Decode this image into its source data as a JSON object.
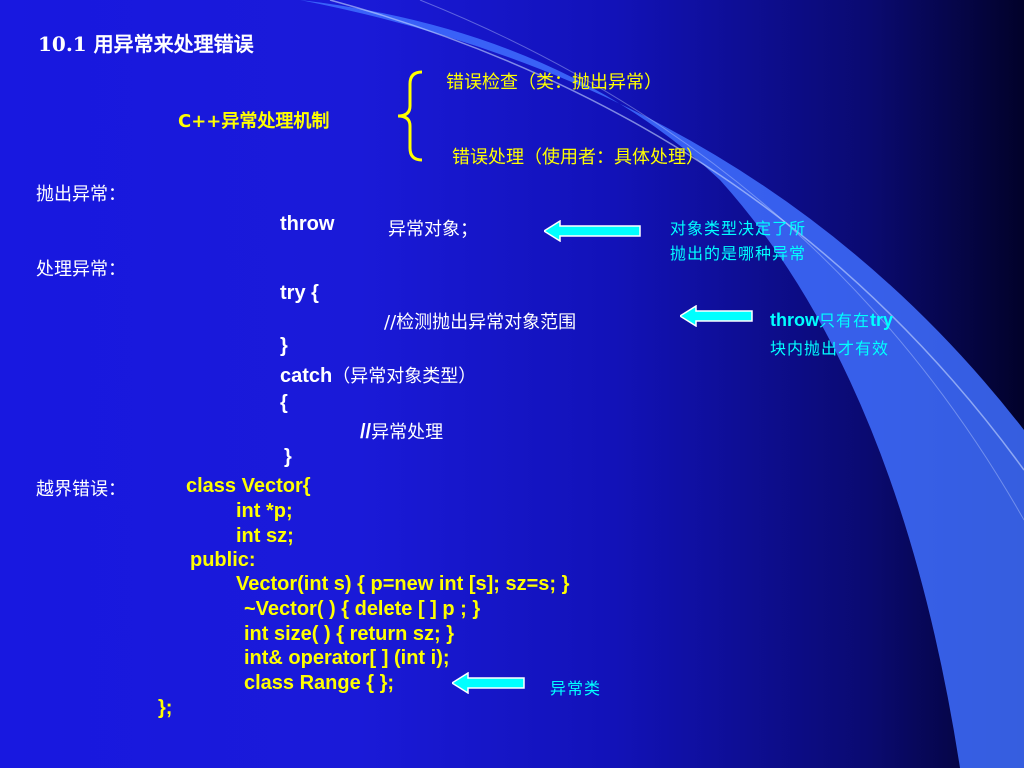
{
  "title": "10.1  用异常来处理错误",
  "mechanism": {
    "label": "C++异常处理机制",
    "item1": "错误检查（类：抛出异常）",
    "item2": "错误处理（使用者：具体处理）"
  },
  "throw_section": {
    "heading": "抛出异常：",
    "keyword": "throw",
    "rest": "异常对象；",
    "note1": "对象类型决定了所",
    "note2": "抛出的是哪种异常"
  },
  "handle_section": {
    "heading": "处理异常：",
    "try_open": "try {",
    "comment": "//检测抛出异常对象范围",
    "close1": "}",
    "catch_kw": "catch",
    "catch_rest": "（异常对象类型）",
    "open2": "{",
    "handler_slashes": "//",
    "handler_text": "异常处理",
    "close2": "}",
    "note_bold1": "throw",
    "note_mid": "只有在",
    "note_bold2": "try",
    "note2": "块内抛出才有效"
  },
  "range_section": {
    "heading": "越界错误：",
    "code": [
      "class Vector{",
      "int *p;",
      "int sz;",
      "public:",
      "Vector(int s) { p=new int [s];  sz=s; }",
      "~Vector( ) { delete [ ] p ; }",
      "int size( ) { return sz; }",
      "int& operator[ ] (int i);",
      "class Range { };",
      "};"
    ],
    "note": "异常类"
  },
  "colors": {
    "text": "#ffffff",
    "code": "#ffff00",
    "note": "#00ffff",
    "arrow": "#00ffff"
  }
}
